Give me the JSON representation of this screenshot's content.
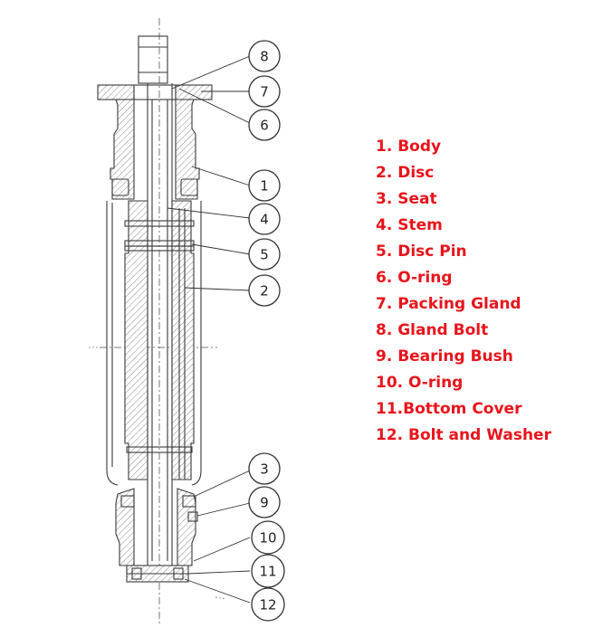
{
  "colors": {
    "legend_text": "#e8141c",
    "drawing_lines": "#3a3a3a"
  },
  "callouts": [
    "8",
    "7",
    "6",
    "1",
    "4",
    "5",
    "2",
    "3",
    "9",
    "10",
    "11",
    "12"
  ],
  "legend": [
    "1. Body",
    "2. Disc",
    "3. Seat",
    "4. Stem",
    "5. Disc Pin",
    "6. O-ring",
    "7. Packing Gland",
    "8. Gland Bolt",
    "9. Bearing Bush",
    "10. O-ring",
    "11.Bottom Cover",
    "12. Bolt and Washer"
  ]
}
